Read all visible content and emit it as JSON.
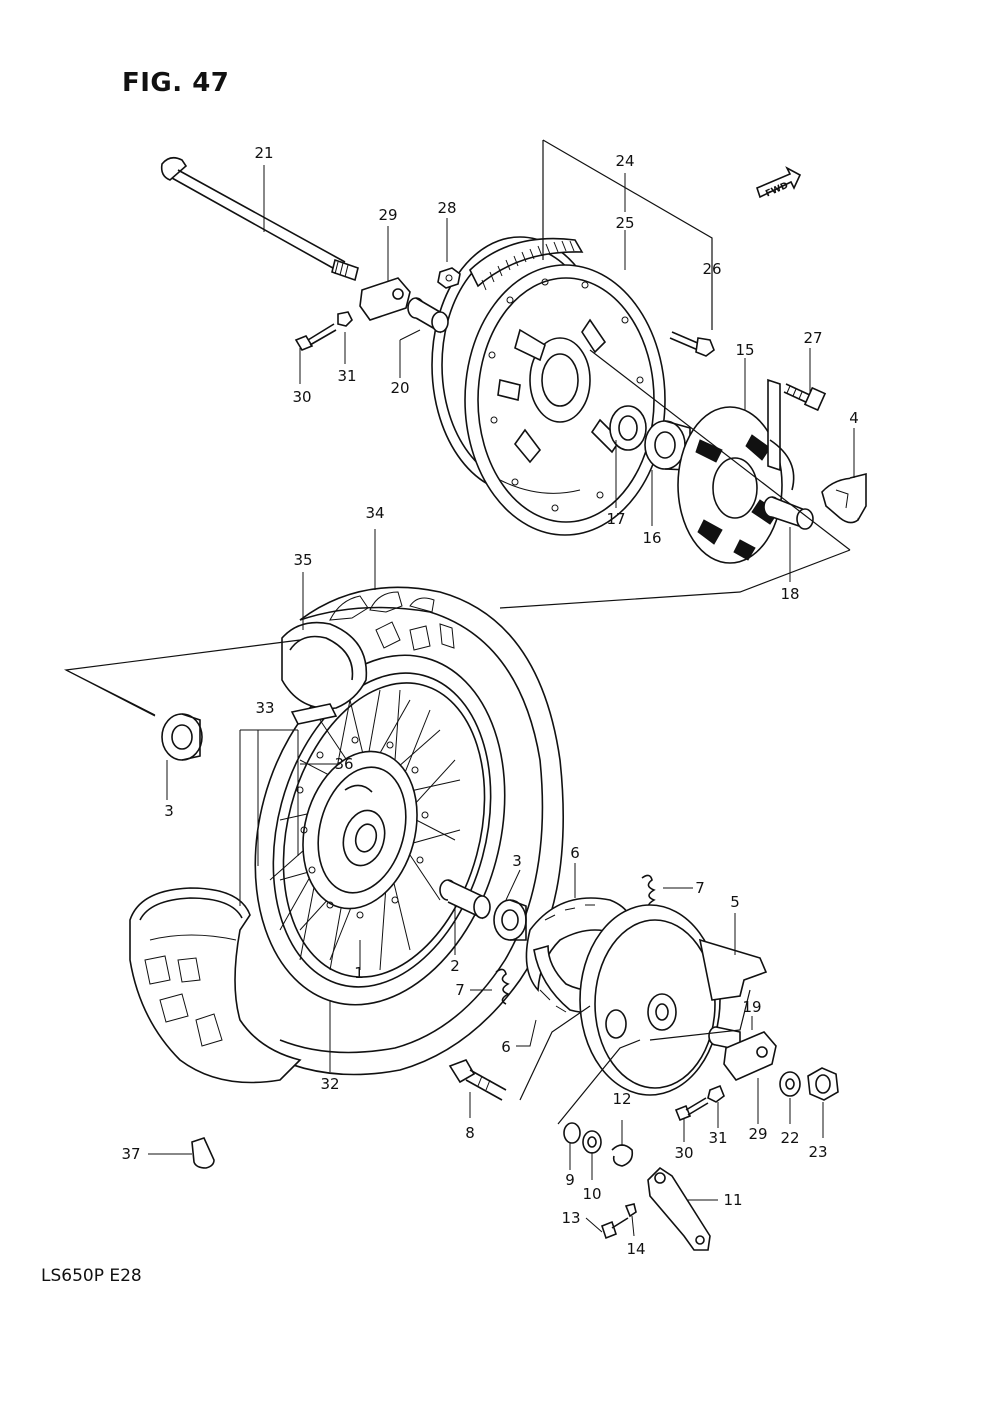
{
  "figure_title": "FIG. 47",
  "model_code": "LS650P  E28",
  "fwd_arrow_label": "FWD",
  "callouts": {
    "c1": "1",
    "c2": "2",
    "c3a": "3",
    "c3b": "3",
    "c4": "4",
    "c5": "5",
    "c6a": "6",
    "c6b": "6",
    "c7a": "7",
    "c7b": "7",
    "c8": "8",
    "c9": "9",
    "c10": "10",
    "c11": "11",
    "c12": "12",
    "c13": "13",
    "c14": "14",
    "c15": "15",
    "c16": "16",
    "c17": "17",
    "c18": "18",
    "c19": "19",
    "c20": "20",
    "c21": "21",
    "c22": "22",
    "c23": "23",
    "c24": "24",
    "c25": "25",
    "c26": "26",
    "c27": "27",
    "c28": "28",
    "c29a": "29",
    "c29b": "29",
    "c30a": "30",
    "c30b": "30",
    "c31a": "31",
    "c31b": "31",
    "c32": "32",
    "c33": "33",
    "c34": "34",
    "c35": "35",
    "c36": "36",
    "c37": "37"
  }
}
